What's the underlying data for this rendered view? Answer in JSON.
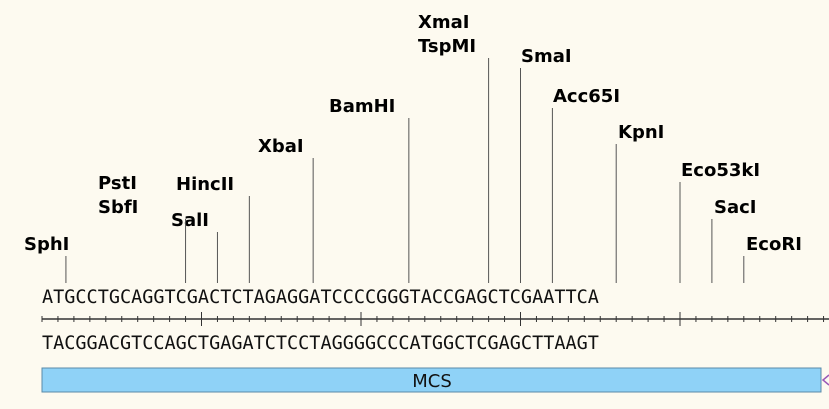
{
  "sequence": {
    "top": "ATGCCTGCAGGTCGACTCTAGAGGATCCCCGGGTACCGAGCTCGAATTCA",
    "bottom": "TACGGACGTCCAGCTGAGATCTCCTAGGGGCCCATGGCTCGAGCTTAAGT"
  },
  "enzymes": [
    {
      "lines": [
        "SphI"
      ],
      "site": 1.5
    },
    {
      "lines": [
        "PstI",
        "SbfI"
      ],
      "site": 9
    },
    {
      "lines": [
        "SalI"
      ],
      "site": 11
    },
    {
      "lines": [
        "HincII"
      ],
      "site": 13
    },
    {
      "lines": [
        "XbaI"
      ],
      "site": 17
    },
    {
      "lines": [
        "BamHI"
      ],
      "site": 23
    },
    {
      "lines": [
        "XmaI",
        "TspMI"
      ],
      "site": 28
    },
    {
      "lines": [
        "SmaI"
      ],
      "site": 30
    },
    {
      "lines": [
        "Acc65I"
      ],
      "site": 32
    },
    {
      "lines": [
        "KpnI"
      ],
      "site": 36
    },
    {
      "lines": [
        "Eco53kI"
      ],
      "site": 40
    },
    {
      "lines": [
        "SacI"
      ],
      "site": 42
    },
    {
      "lines": [
        "EcoRI"
      ],
      "site": 44
    }
  ],
  "feature": {
    "label": "MCS",
    "color": "#8fd2f7"
  }
}
